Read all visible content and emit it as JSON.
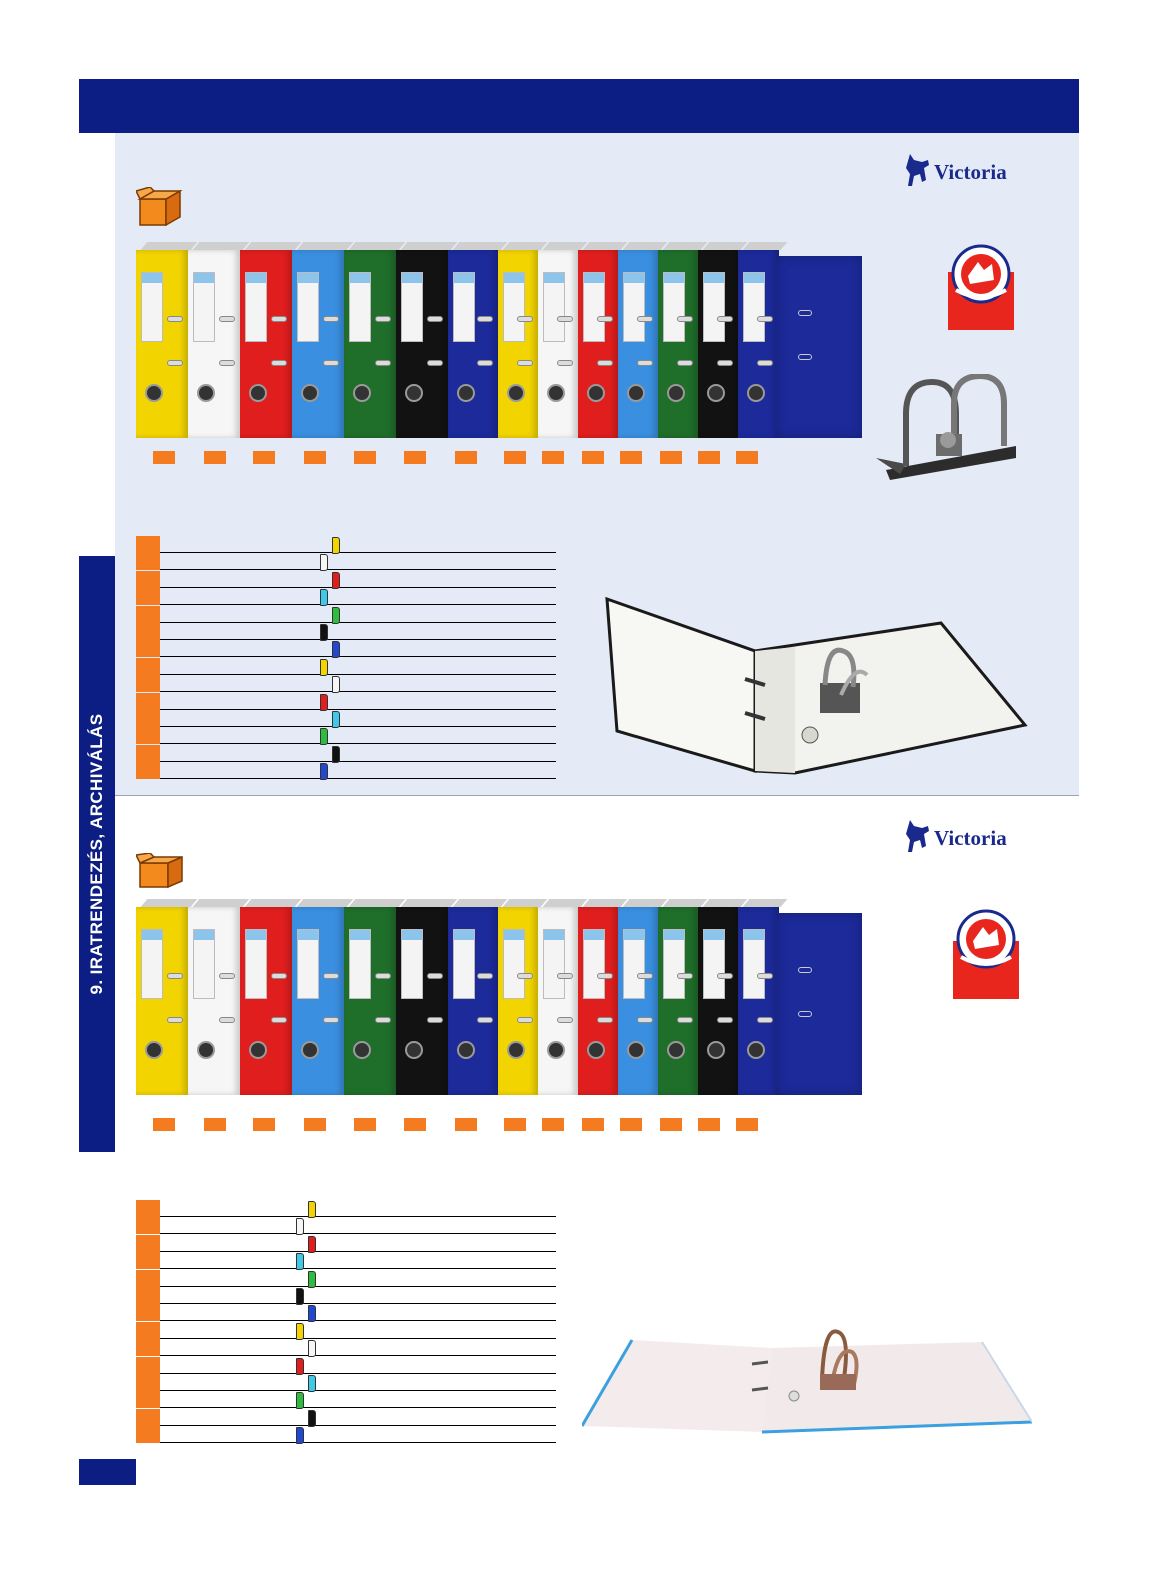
{
  "section": {
    "side_title": "9. IRATRENDEZÉS, ARCHIVÁLÁS"
  },
  "brand": {
    "name": "Victoria"
  },
  "colors": {
    "header_navy": "#0c1e84",
    "panel_background": "#e4ebf7",
    "accent_orange": "#f47b20"
  },
  "binder_colors": [
    "#f2d400",
    "#f6f6f6",
    "#e01e1e",
    "#3a8fe0",
    "#1f6e2a",
    "#121212",
    "#1c2a9a",
    "#f2d400",
    "#f6f6f6",
    "#e01e1e",
    "#3a8fe0",
    "#1f6e2a",
    "#121212",
    "#1c2a9a"
  ],
  "table_swatches": [
    "#f2d400",
    "#f6f6f6",
    "#e01e1e",
    "#40c8e8",
    "#2dbb40",
    "#121212",
    "#2348d0",
    "#f2d400",
    "#f6f6f6",
    "#e01e1e",
    "#40c8e8",
    "#2dbb40",
    "#121212",
    "#2348d0"
  ],
  "products": [
    {
      "id": "top",
      "icons": [
        "shipping-box-icon",
        "victoria-horse-logo",
        "guarantee-seal-icon",
        "lever-arch-mechanism-image",
        "open-binder-image"
      ]
    },
    {
      "id": "bottom",
      "icons": [
        "shipping-box-icon",
        "victoria-horse-logo",
        "guarantee-seal-icon",
        "open-binder-image"
      ]
    }
  ]
}
